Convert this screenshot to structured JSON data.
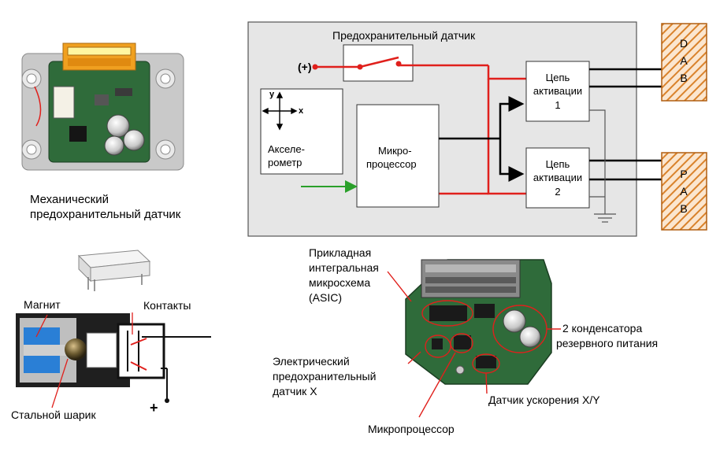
{
  "labels": {
    "mechanical_sensor_1": "Механический",
    "mechanical_sensor_2": "предохранительный датчик",
    "safety_sensor": "Предохранительный датчик",
    "plus": "(+)",
    "axis_y": "y",
    "axis_x": "x",
    "accel_1": "Акселе-",
    "accel_2": "рометр",
    "micro_1": "Микро-",
    "micro_2": "процессор",
    "act1_1": "Цепь",
    "act1_2": "активации",
    "act1_3": "1",
    "act2_1": "Цепь",
    "act2_2": "активации",
    "act2_3": "2",
    "dab": [
      "D",
      "A",
      "B"
    ],
    "pab": [
      "P",
      "A",
      "B"
    ],
    "magnet": "Магнит",
    "contacts": "Контакты",
    "steel_ball": "Стальной шарик",
    "plus_sign": "+",
    "asic_1": "Прикладная",
    "asic_2": "интегральная",
    "asic_3": "микросхема",
    "asic_4": "(ASIC)",
    "caps_1": "2 конденсатора",
    "caps_2": "резервного питания",
    "elec_1": "Электрический",
    "elec_2": "предохранительный",
    "elec_3": "датчик X",
    "accel_xy": "Датчик ускорения X/Y",
    "microproc": "Микропроцессор"
  },
  "colors": {
    "panel_fill": "#e6e6e6",
    "red_wire": "#e0201c",
    "green_wire": "#2aa02a",
    "hatch": "#d9822b",
    "pcb_green": "#2f6b3a",
    "connector_orange": "#f0a020"
  }
}
